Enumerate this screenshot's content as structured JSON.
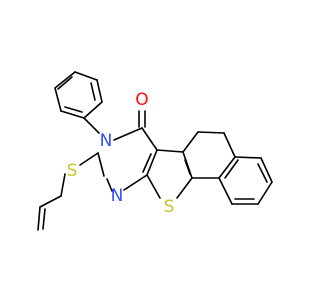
{
  "molecule": {
    "atoms": {
      "oxygen": "O",
      "nitrogen_amide": "N",
      "nitrogen_ring": "N",
      "sulfur_thiophene": "S",
      "sulfur_thioether": "S"
    },
    "colors": {
      "bond": "#000000",
      "oxygen": "#ff0d0d",
      "nitrogen": "#2f50f8",
      "sulfur": "#c6c62c",
      "background": "#ffffff"
    }
  }
}
